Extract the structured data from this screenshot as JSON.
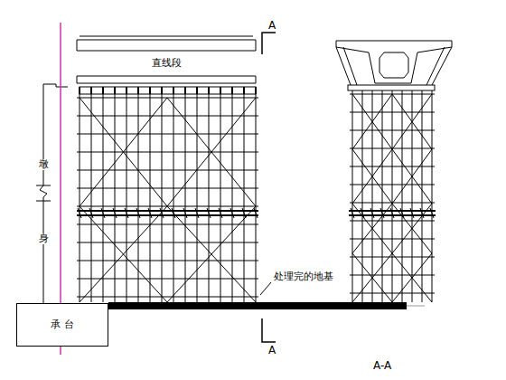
{
  "diagram": {
    "nodes": [
      {
        "text": [
          "直线段"
        ]
      },
      {
        "text": [
          "承 台"
        ]
      }
    ],
    "labels": [
      "墩",
      "身",
      "处理完的地基",
      "A",
      "A",
      "A-A"
    ]
  }
}
